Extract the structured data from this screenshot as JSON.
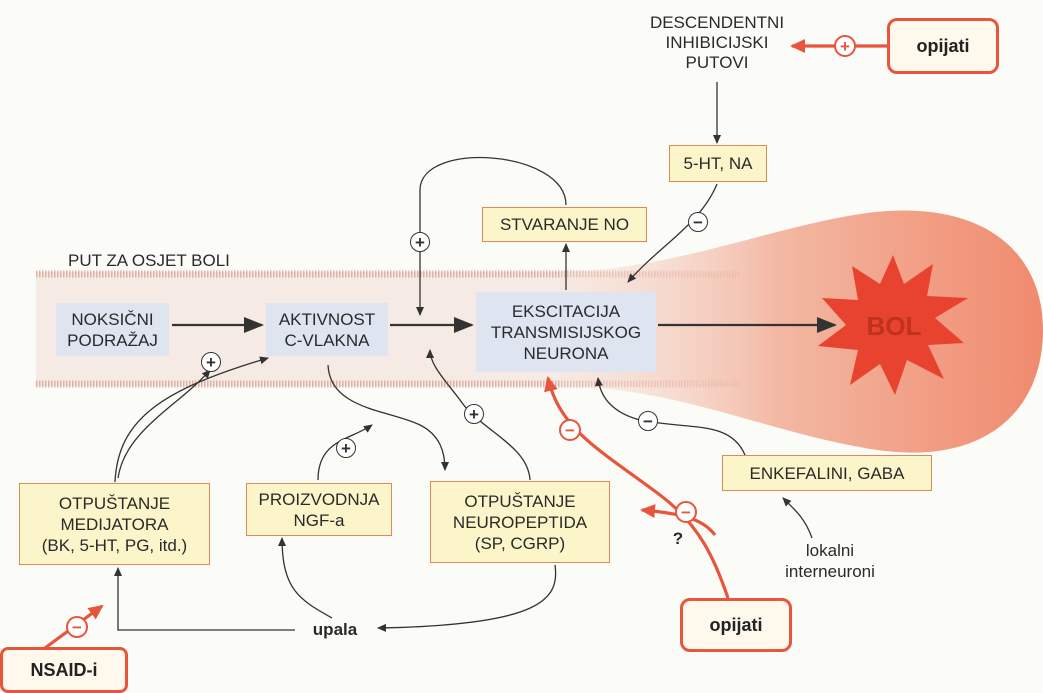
{
  "pathway_label": "PUT ZA OSJET BOLI",
  "boxes": {
    "nociceptive_stimulus": "NOKSIČNI\nPODRAŽAJ",
    "c_fiber_activity": "AKTIVNOST\nC-VLAKNA",
    "transmission_neuron": "EKSCITACIJA\nTRANSMISIJSKOG\nNEURONA",
    "no_production": "STVARANJE NO",
    "serotonin_na": "5-HT, NA",
    "mediator_release": "OTPUŠTANJE\nMEDIJATORA\n(BK, 5-HT, PG, itd.)",
    "ngf_production": "PROIZVODNJA\nNGF-a",
    "neuropeptide_release": "OTPUŠTANJE\nNEUROPEPTIDA\n(SP, CGRP)",
    "enkephalins_gaba": "ENKEFALINI, GABA"
  },
  "labels": {
    "descending_pathways": "DESCENDENTNI\nINHIBICIJSKI\nPUTOVI",
    "pain": "BOL",
    "local_interneurons": "lokalni\ninterneuroni",
    "inflammation": "upala",
    "question": "?"
  },
  "drugs": {
    "opiates_top": "opijati",
    "opiates_bottom": "opijati",
    "nsaids": "NSAID-i"
  },
  "signs": {
    "plus": "+",
    "minus": "−"
  },
  "colors": {
    "drug_red": "#e8553d",
    "blue_box": "#dfe4f1",
    "yellow_box": "#fbf5c9",
    "burst_red": "#e8432f",
    "band_pink": "#f0d2c6"
  }
}
